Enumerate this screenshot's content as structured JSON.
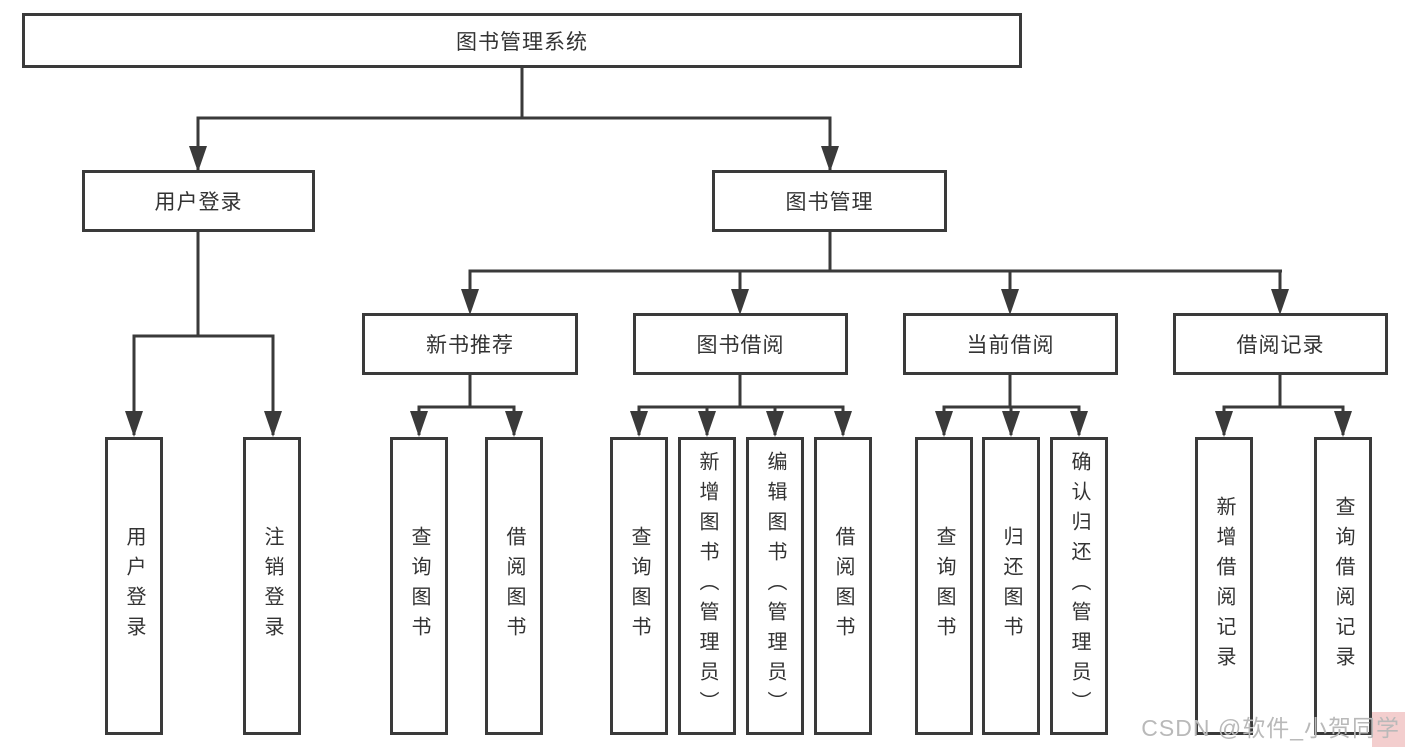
{
  "diagram": {
    "root": "图书管理系统",
    "branches": {
      "user_login": {
        "label": "用户登录",
        "children": [
          "用户登录",
          "注销登录"
        ]
      },
      "book_mgmt": {
        "label": "图书管理",
        "sections": {
          "new_books": {
            "label": "新书推荐",
            "children": [
              "查询图书",
              "借阅图书"
            ]
          },
          "book_borrow": {
            "label": "图书借阅",
            "children": [
              "查询图书",
              "新增图书（管理员）",
              "编辑图书（管理员）",
              "借阅图书"
            ]
          },
          "current_borrow": {
            "label": "当前借阅",
            "children": [
              "查询图书",
              "归还图书",
              "确认归还（管理员）"
            ]
          },
          "borrow_records": {
            "label": "借阅记录",
            "children": [
              "新增借阅记录",
              "查询借阅记录"
            ]
          }
        }
      }
    }
  },
  "watermark": {
    "text": "CSDN @软件_小贺同学"
  },
  "colors": {
    "line": "#3a3a3a",
    "node_text": "#333333",
    "watermark_text": "#b9b9b9",
    "watermark_accent": "#e28484"
  }
}
